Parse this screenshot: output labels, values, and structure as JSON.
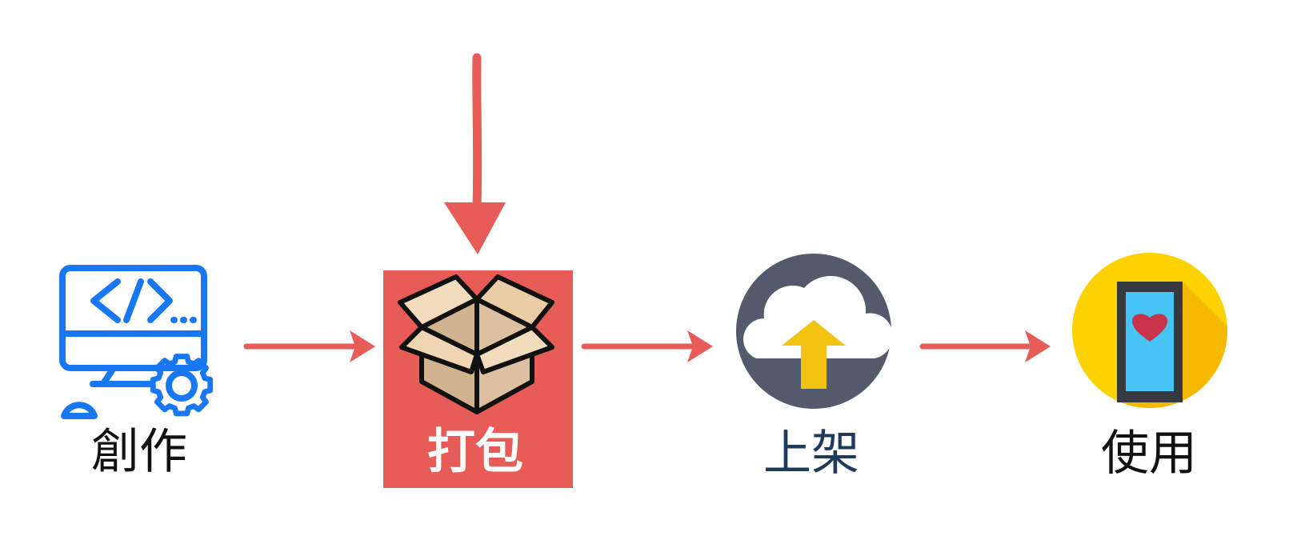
{
  "steps": [
    {
      "id": "create",
      "label": "創作",
      "icon": "computer-code-gear-icon",
      "color": "#1877f2"
    },
    {
      "id": "package",
      "label": "打包",
      "icon": "open-box-icon",
      "highlight_color": "#e85c58"
    },
    {
      "id": "publish",
      "label": "上架",
      "icon": "cloud-upload-icon",
      "color": "#1f3b5c"
    },
    {
      "id": "use",
      "label": "使用",
      "icon": "phone-heart-icon"
    }
  ],
  "colors": {
    "arrow": "#e85c58",
    "highlight_box": "#e85c58",
    "create_icon": "#1877f2",
    "cloud_circle": "#535a6b",
    "upload_arrow": "#f3c312",
    "phone_circle": "#fcd300",
    "phone_shadow": "#f6b900",
    "phone_screen": "#45c4f5",
    "heart": "#c8334a"
  }
}
